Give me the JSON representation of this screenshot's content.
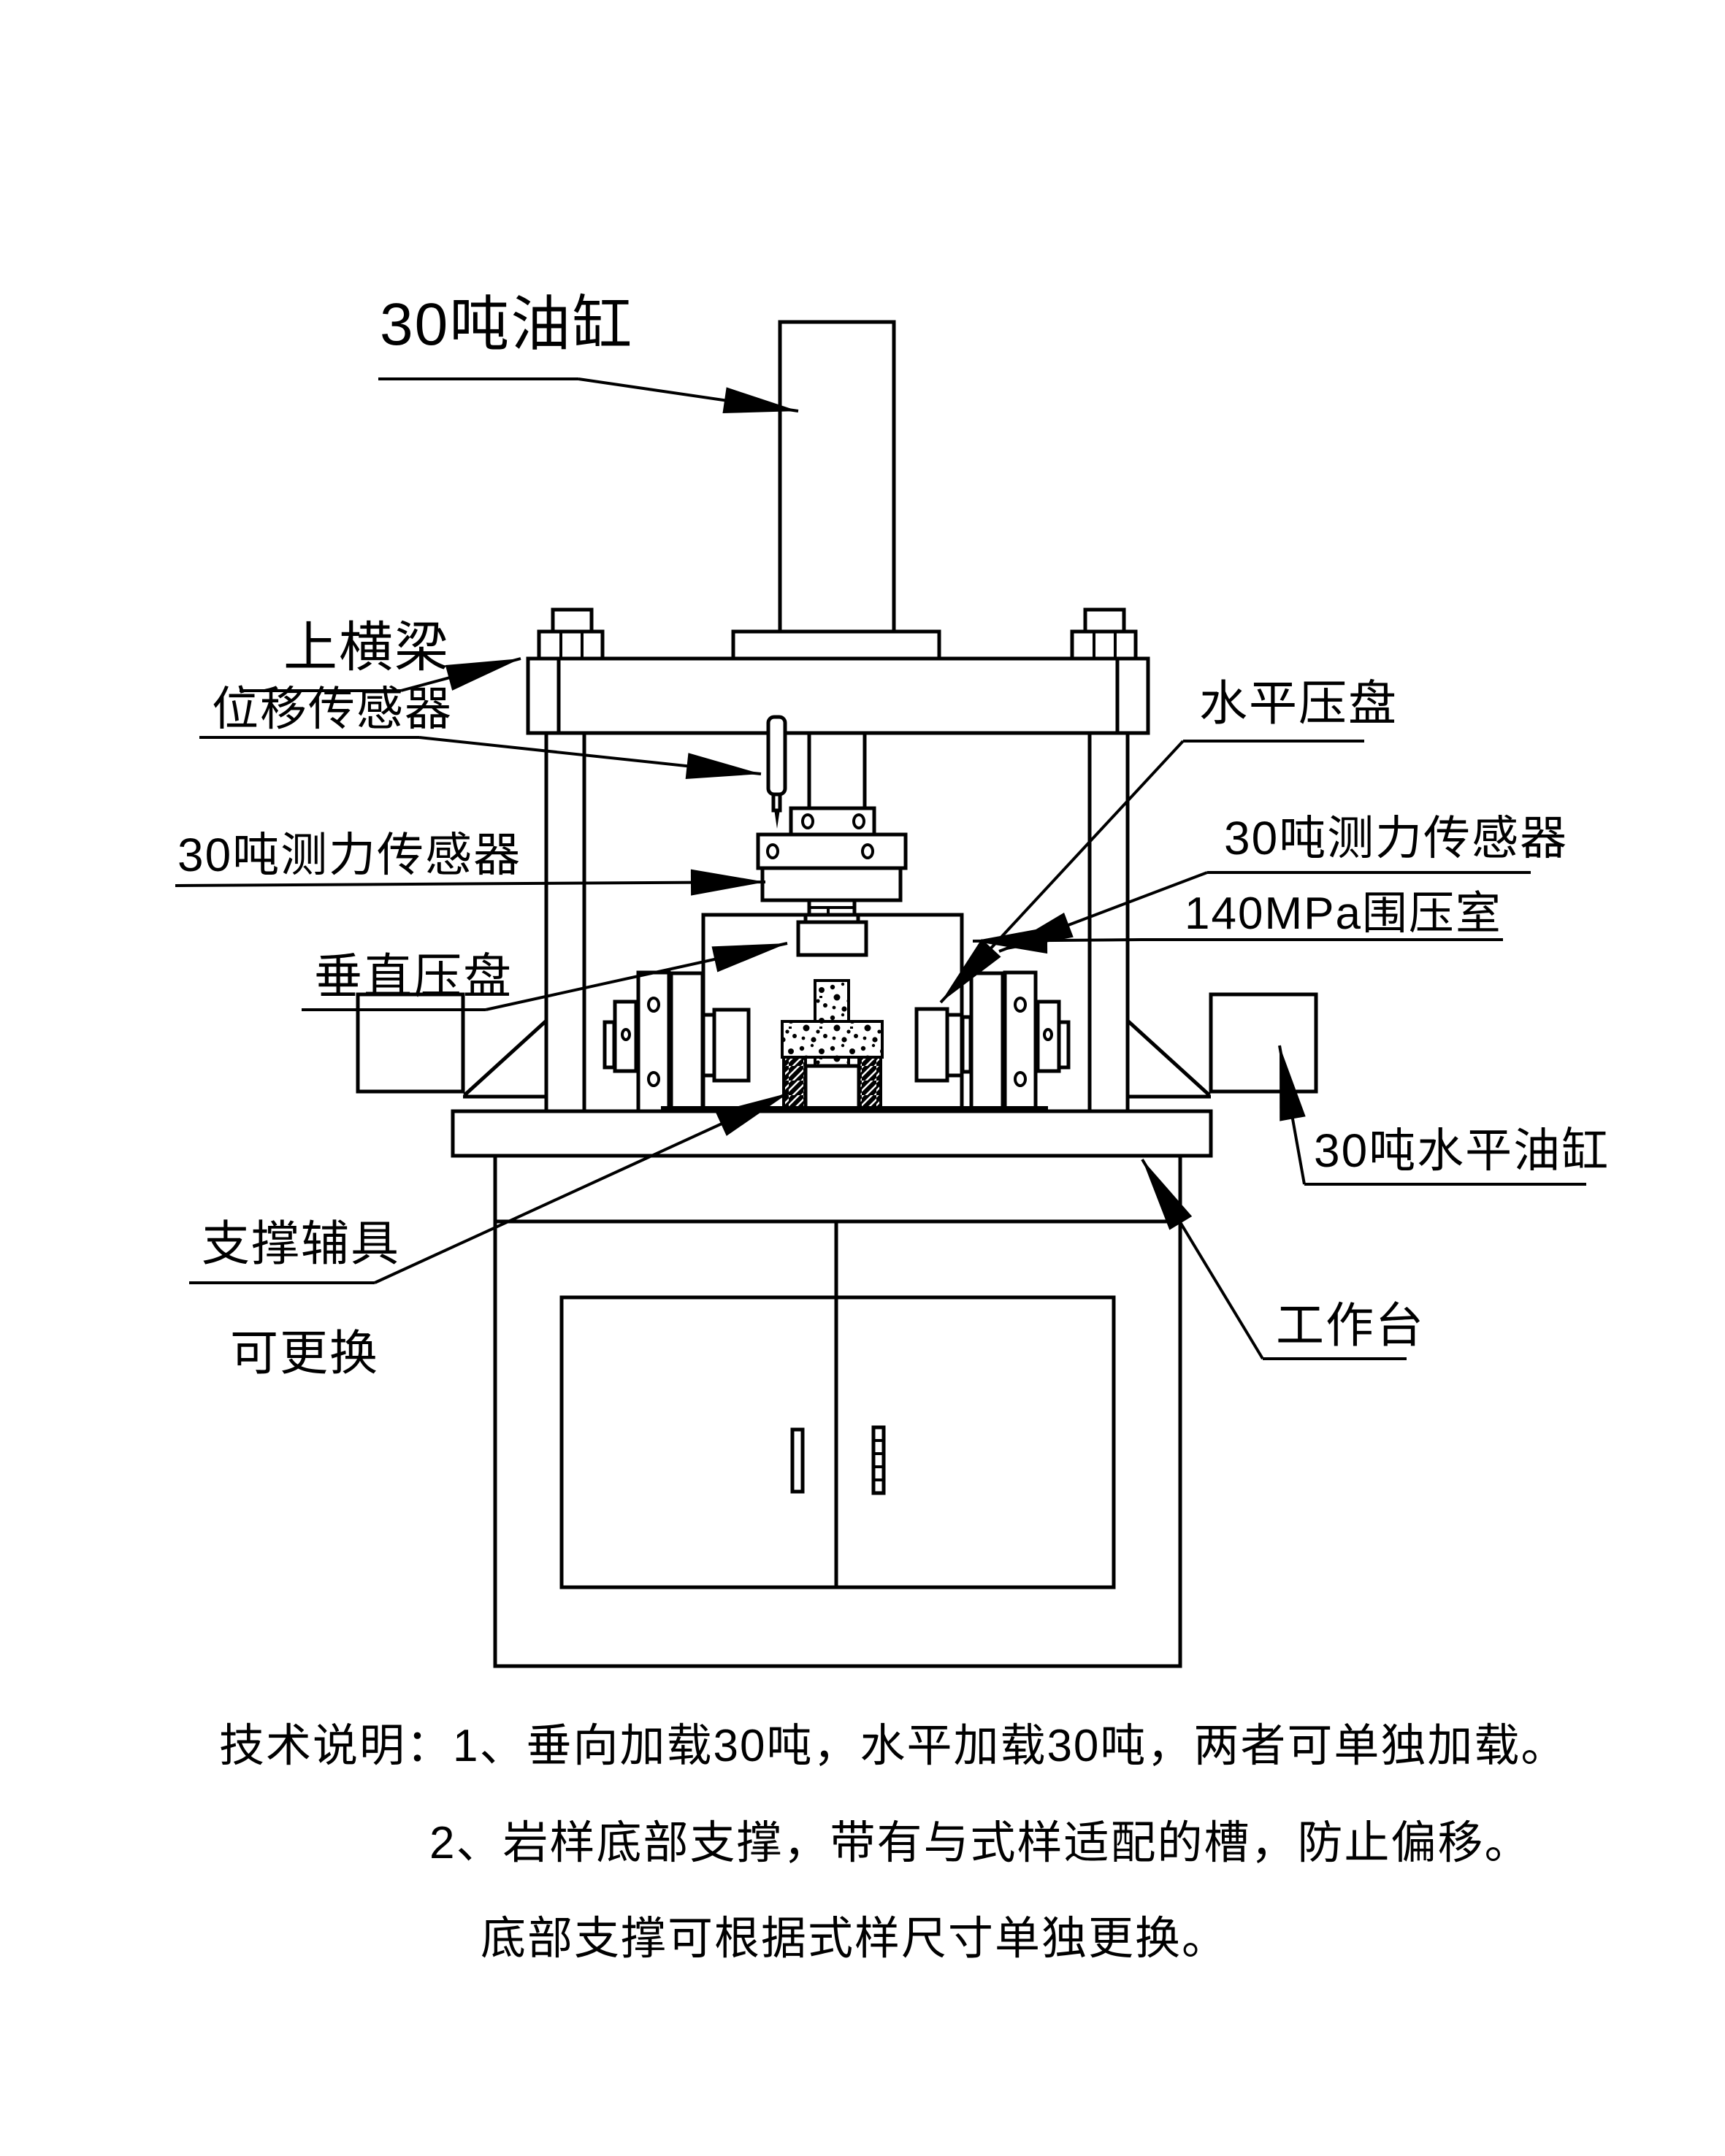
{
  "diagram": {
    "title_domain": "rock-biaxial-press-schematic",
    "labels": {
      "oil_cylinder_30t": "30吨油缸",
      "upper_crossbeam": "上横梁",
      "displacement_sensor": "位移传感器",
      "load_cell_30t_left": "30吨测力传感器",
      "vertical_platen": "垂直压盘",
      "support_fixture_line1": "支撑辅具",
      "support_fixture_line2": "可更换",
      "horizontal_platen": "水平压盘",
      "load_cell_30t_right": "30吨测力传感器",
      "confining_chamber_140mpa": "140MPa围压室",
      "horizontal_oil_cylinder_30t": "30吨水平油缸",
      "workbench": "工作台"
    },
    "notes": {
      "line1": "技术说明：1、垂向加载30吨，水平加载30吨，两者可单独加载。",
      "line2": "2、岩样底部支撑，带有与式样适配的槽，防止偏移。",
      "line3": "底部支撑可根据式样尺寸单独更换。"
    },
    "colors": {
      "ink": "#000000",
      "paper": "#ffffff"
    }
  }
}
